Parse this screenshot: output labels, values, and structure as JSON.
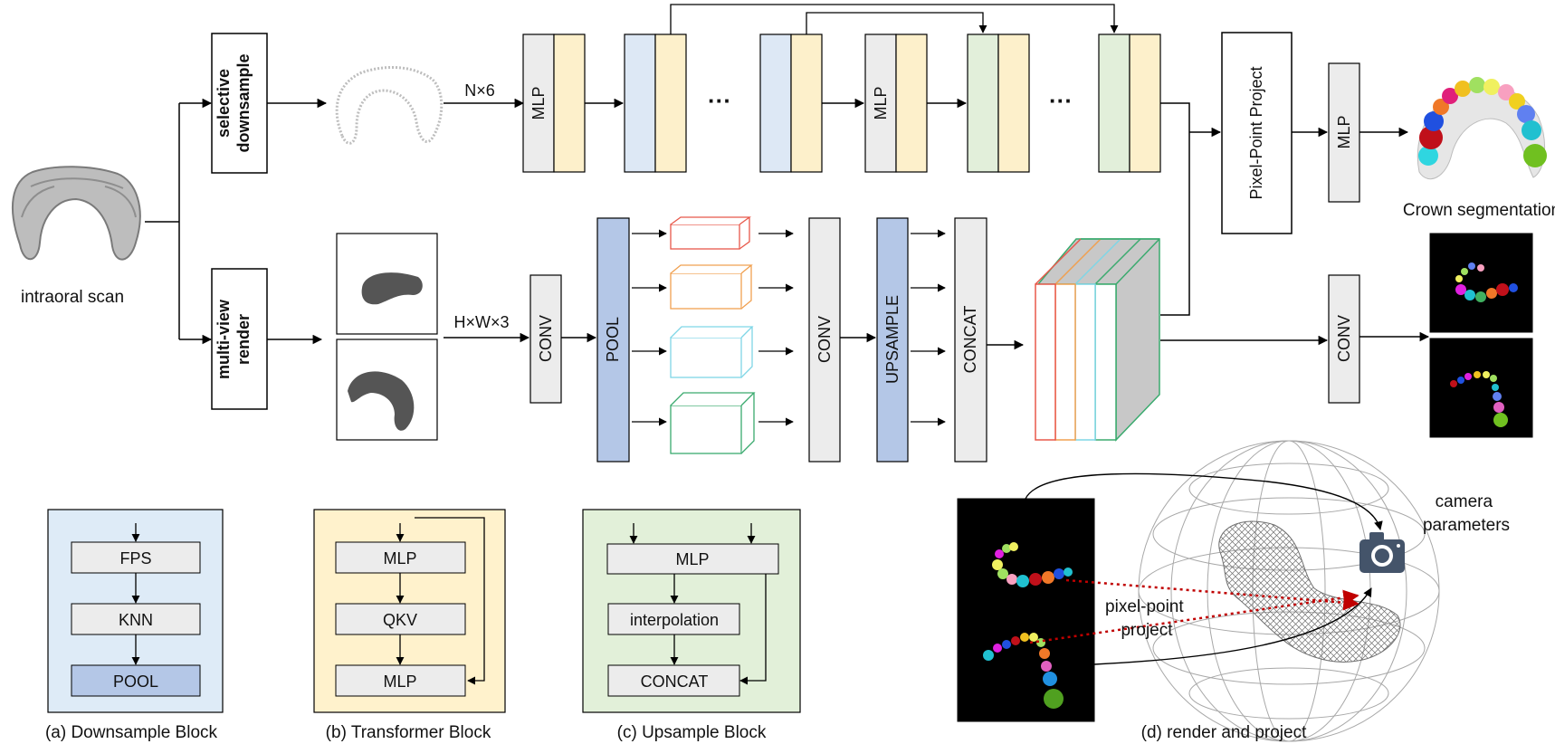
{
  "input": {
    "label": "intraoral scan"
  },
  "branches": {
    "top": "selective downsample",
    "bottom": "multi-view render"
  },
  "dims": {
    "points": "N×6",
    "image": "H×W×3"
  },
  "ellipsis": "···",
  "blocks": {
    "mlp": "MLP",
    "conv": "CONV",
    "pool": "POOL",
    "upsample": "UPSAMPLE",
    "concat": "CONCAT",
    "pixel_point_project": "Pixel-Point Project"
  },
  "outputs": {
    "crown_segmentation": "Crown segmentation"
  },
  "legend": {
    "downsample": {
      "caption": "(a) Downsample Block",
      "steps": [
        "FPS",
        "KNN",
        "POOL"
      ]
    },
    "transformer": {
      "caption": "(b) Transformer Block",
      "steps": [
        "MLP",
        "QKV",
        "MLP"
      ]
    },
    "upsample": {
      "caption": "(c) Upsample Block",
      "steps": [
        "MLP",
        "interpolation",
        "CONCAT"
      ]
    },
    "render_project": {
      "caption": "(d) render and project",
      "camera_label": "camera parameters",
      "projection_label": "pixel-point project"
    }
  },
  "colors": {
    "grey_box": "#ececec",
    "blue_feature": "#dde8f5",
    "yellow_feature": "#fdf0cb",
    "green_feature": "#e2efda",
    "pool_blue": "#b4c7e7",
    "panel_blue": "#deebf7",
    "panel_yellow": "#fff2cc",
    "panel_green": "#e2f0d9",
    "pyramid_red": "#e8584a",
    "pyramid_orange": "#f0a050",
    "pyramid_cyan": "#7fd6e6",
    "pyramid_green": "#3aaa6e",
    "projection_line": "#c00000"
  }
}
